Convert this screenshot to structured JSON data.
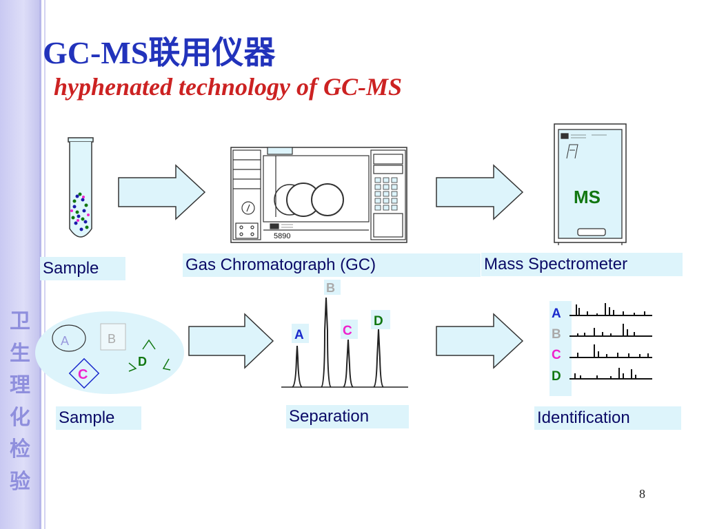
{
  "slide": {
    "title": "GC-MS联用仪器",
    "subtitle": "hyphenated technology of  GC-MS",
    "side_title": [
      "卫",
      "生",
      "理",
      "化",
      "检",
      "验"
    ],
    "page_number": "8"
  },
  "top_row": {
    "sample_label": "Sample",
    "gc_label": "Gas Chromatograph (GC)",
    "gc_model": "5890",
    "ms_label": "Mass Spectrometer",
    "ms_text": "MS"
  },
  "bottom_row": {
    "sample_label": "Sample",
    "separation_label": "Separation",
    "identification_label": "Identification",
    "components": [
      "A",
      "B",
      "C",
      "D"
    ],
    "peak_labels": [
      "A",
      "B",
      "C",
      "D"
    ],
    "spectrum_labels": [
      "A",
      "B",
      "C",
      "D"
    ]
  },
  "colors": {
    "title": "#2233bb",
    "subtitle": "#cc2222",
    "A": "#1a2acc",
    "B": "#aaaaaa",
    "C": "#ee22cc",
    "D": "#117711",
    "label_bg": "#ddf4fb",
    "arrow_fill": "#ddf4fb"
  }
}
